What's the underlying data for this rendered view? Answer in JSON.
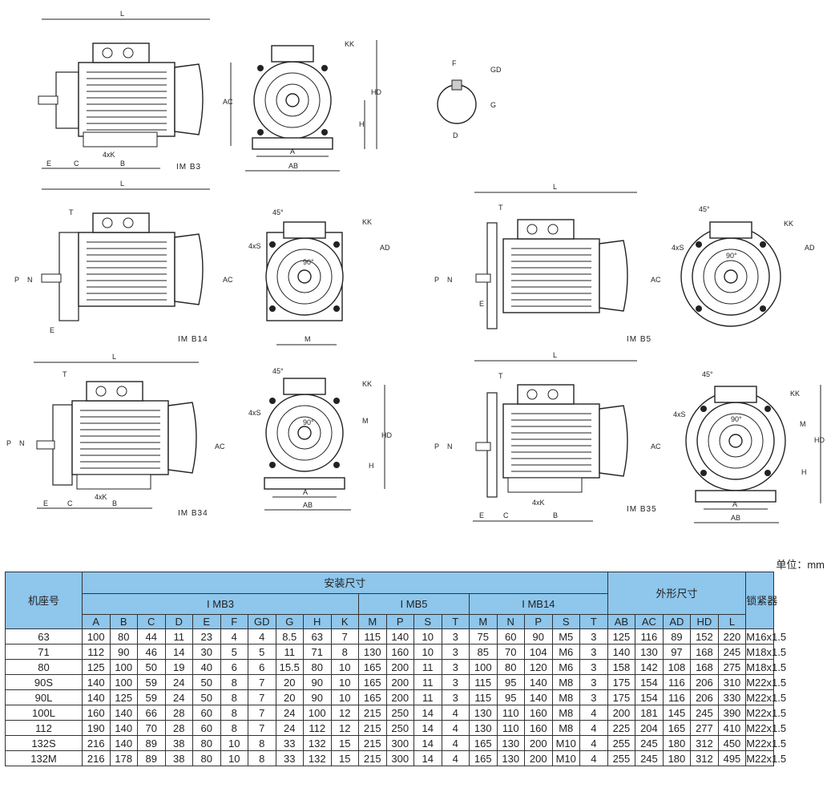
{
  "drawings": {
    "views": [
      {
        "caption": "IM  B3"
      },
      {
        "caption": "IM  B14"
      },
      {
        "caption": "IM  B5"
      },
      {
        "caption": "IM  B34"
      },
      {
        "caption": "IM  B35"
      }
    ],
    "labels": {
      "L": "L",
      "AC": "AC",
      "HD": "HD",
      "H": "H",
      "A": "A",
      "AB": "AB",
      "KK": "KK",
      "E": "E",
      "C": "C",
      "B": "B",
      "fourxK": "4xK",
      "F": "F",
      "GD": "GD",
      "G": "G",
      "D": "D",
      "T": "T",
      "P": "P",
      "N": "N",
      "AD": "AD",
      "M": "M",
      "fourxS": "4xS",
      "deg45": "45°",
      "deg90": "90°"
    }
  },
  "unit_note": "单位：mm",
  "table": {
    "frame_header": "机座号",
    "install_header": "安装尺寸",
    "outline_header": "外形尺寸",
    "lock_header": "锁紧器",
    "groups": [
      "I MB3",
      "I MB5",
      "I MB14"
    ],
    "columns": [
      "A",
      "B",
      "C",
      "D",
      "E",
      "F",
      "GD",
      "G",
      "H",
      "K",
      "M",
      "P",
      "S",
      "T",
      "M",
      "N",
      "P",
      "S",
      "T",
      "AB",
      "AC",
      "AD",
      "HD",
      "L"
    ],
    "rows": [
      [
        "63",
        "100",
        "80",
        "44",
        "11",
        "23",
        "4",
        "4",
        "8.5",
        "63",
        "7",
        "115",
        "140",
        "10",
        "3",
        "75",
        "60",
        "90",
        "M5",
        "3",
        "125",
        "116",
        "89",
        "152",
        "220",
        "M16x1.5"
      ],
      [
        "71",
        "112",
        "90",
        "46",
        "14",
        "30",
        "5",
        "5",
        "11",
        "71",
        "8",
        "130",
        "160",
        "10",
        "3",
        "85",
        "70",
        "104",
        "M6",
        "3",
        "140",
        "130",
        "97",
        "168",
        "245",
        "M18x1.5"
      ],
      [
        "80",
        "125",
        "100",
        "50",
        "19",
        "40",
        "6",
        "6",
        "15.5",
        "80",
        "10",
        "165",
        "200",
        "11",
        "3",
        "100",
        "80",
        "120",
        "M6",
        "3",
        "158",
        "142",
        "108",
        "168",
        "275",
        "M18x1.5"
      ],
      [
        "90S",
        "140",
        "100",
        "59",
        "24",
        "50",
        "8",
        "7",
        "20",
        "90",
        "10",
        "165",
        "200",
        "11",
        "3",
        "115",
        "95",
        "140",
        "M8",
        "3",
        "175",
        "154",
        "116",
        "206",
        "310",
        "M22x1.5"
      ],
      [
        "90L",
        "140",
        "125",
        "59",
        "24",
        "50",
        "8",
        "7",
        "20",
        "90",
        "10",
        "165",
        "200",
        "11",
        "3",
        "115",
        "95",
        "140",
        "M8",
        "3",
        "175",
        "154",
        "116",
        "206",
        "330",
        "M22x1.5"
      ],
      [
        "100L",
        "160",
        "140",
        "66",
        "28",
        "60",
        "8",
        "7",
        "24",
        "100",
        "12",
        "215",
        "250",
        "14",
        "4",
        "130",
        "110",
        "160",
        "M8",
        "4",
        "200",
        "181",
        "145",
        "245",
        "390",
        "M22x1.5"
      ],
      [
        "112",
        "190",
        "140",
        "70",
        "28",
        "60",
        "8",
        "7",
        "24",
        "112",
        "12",
        "215",
        "250",
        "14",
        "4",
        "130",
        "110",
        "160",
        "M8",
        "4",
        "225",
        "204",
        "165",
        "277",
        "410",
        "M22x1.5"
      ],
      [
        "132S",
        "216",
        "140",
        "89",
        "38",
        "80",
        "10",
        "8",
        "33",
        "132",
        "15",
        "215",
        "300",
        "14",
        "4",
        "165",
        "130",
        "200",
        "M10",
        "4",
        "255",
        "245",
        "180",
        "312",
        "450",
        "M22x1.5"
      ],
      [
        "132M",
        "216",
        "178",
        "89",
        "38",
        "80",
        "10",
        "8",
        "33",
        "132",
        "15",
        "215",
        "300",
        "14",
        "4",
        "165",
        "130",
        "200",
        "M10",
        "4",
        "255",
        "245",
        "180",
        "312",
        "495",
        "M22x1.5"
      ]
    ]
  }
}
